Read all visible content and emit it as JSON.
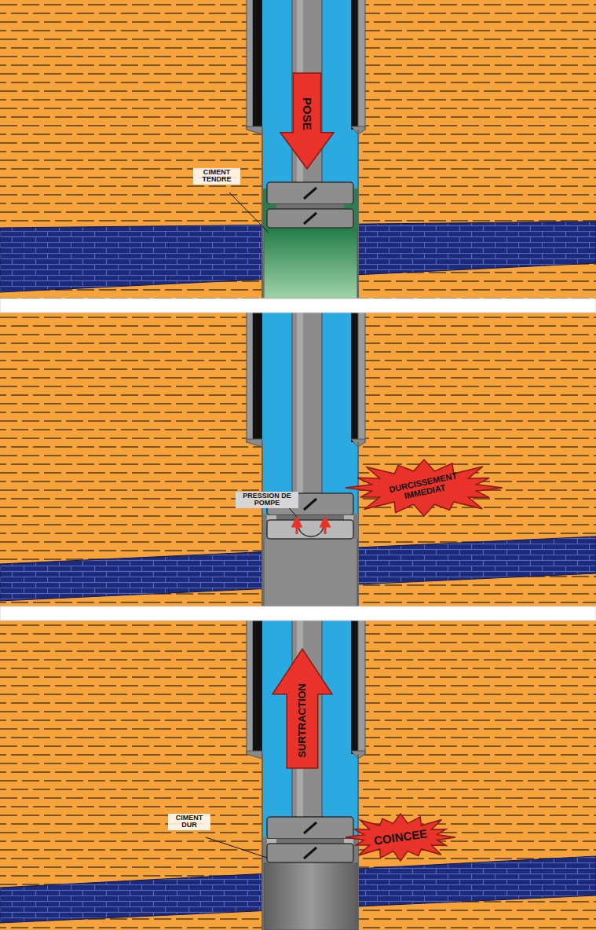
{
  "diagram": {
    "nodes": [
      {
        "text": [
          "POSE"
        ]
      },
      {
        "text": [
          "DURCISSEMENT IMMEDIAT"
        ]
      },
      {
        "text": [
          "SURTRACTION"
        ]
      },
      {
        "text": [
          "COINCEE"
        ]
      }
    ],
    "labels": [
      "CIMENT TENDRE",
      "PRESSION DE POMPE",
      "CIMENT DUR"
    ]
  }
}
